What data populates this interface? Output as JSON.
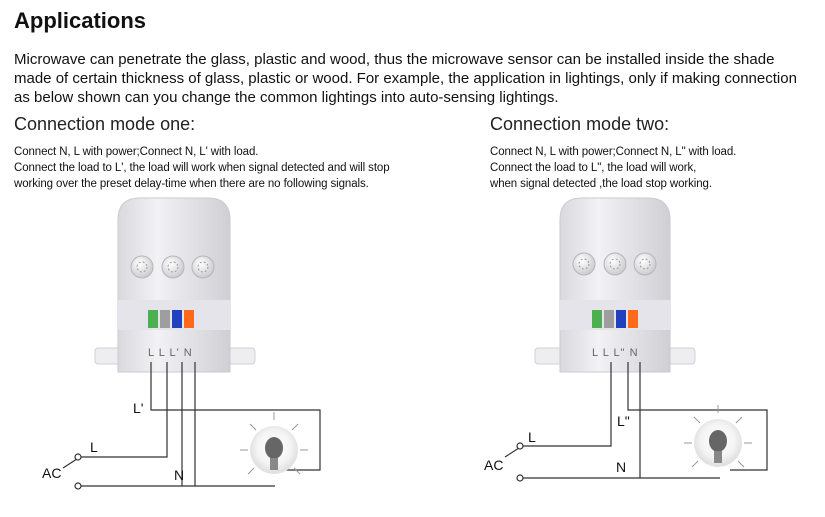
{
  "page": {
    "title": "Applications",
    "intro": "Microwave can penetrate the glass, plastic and wood, thus the microwave sensor can be installed inside the shade made of certain thickness of glass, plastic or wood. For example, the application in lightings, only if making connection as below shown can you change the common lightings into auto-sensing lightings."
  },
  "mode_one": {
    "heading": "Connection mode one:",
    "notes": [
      "Connect N, L with power;Connect N, L' with load.",
      "Connect the load to L', the load will work when signal detected and will stop",
      "working over the preset delay-time when there are no following signals."
    ],
    "terminal_text": "L L L' N",
    "labels": {
      "load": "L'",
      "live": "L",
      "neutral": "N",
      "ac": "AC"
    }
  },
  "mode_two": {
    "heading": "Connection mode two:",
    "notes": [
      "Connect N, L with power;Connect N, L\" with load.",
      "Connect the load to L\", the load will work,",
      "when signal detected ,the load stop working."
    ],
    "terminal_text": "L L L\" N",
    "labels": {
      "load": "L\"",
      "live": "L",
      "neutral": "N",
      "ac": "AC"
    }
  },
  "colors": {
    "wire": "#333333",
    "housing": "#e6e6ea",
    "terminal_green": "#4caf50",
    "terminal_grey": "#9e9e9e",
    "terminal_blue": "#2040c0",
    "terminal_orange": "#ff6a1a"
  }
}
